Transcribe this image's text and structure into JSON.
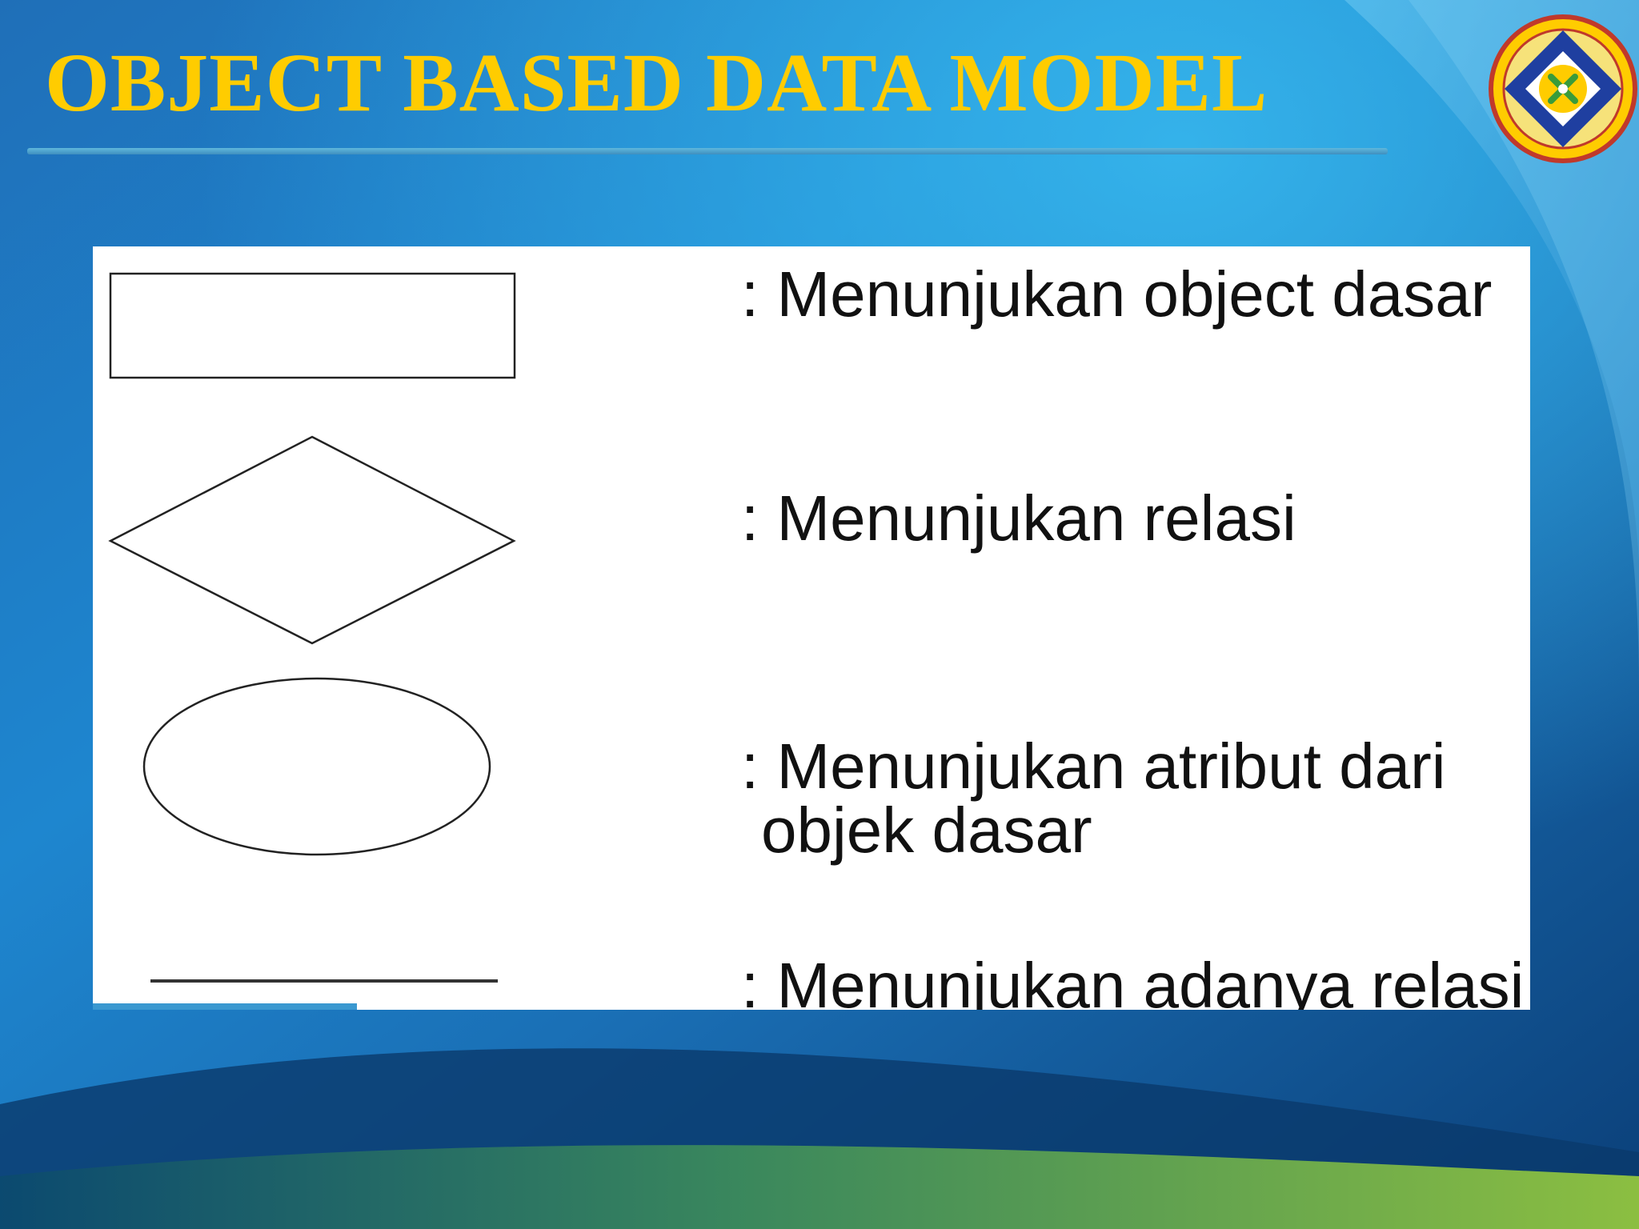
{
  "slide": {
    "title": "OBJECT BASED DATA MODEL",
    "logo_icon": "university-seal-icon",
    "colors": {
      "title": "#ffcc00",
      "background_blue": "#1e7fc8",
      "background_dark": "#0a3d75",
      "accent_green": "#8cc63f"
    }
  },
  "legend": {
    "items": [
      {
        "symbol": "rectangle-icon",
        "label": ": Menunjukan object dasar"
      },
      {
        "symbol": "diamond-icon",
        "label": ": Menunjukan relasi"
      },
      {
        "symbol": "ellipse-icon",
        "label": ": Menunjukan atribut dari",
        "label_line2": "objek dasar"
      },
      {
        "symbol": "line-icon",
        "label": ": Menunjukan adanya relasi"
      }
    ]
  }
}
